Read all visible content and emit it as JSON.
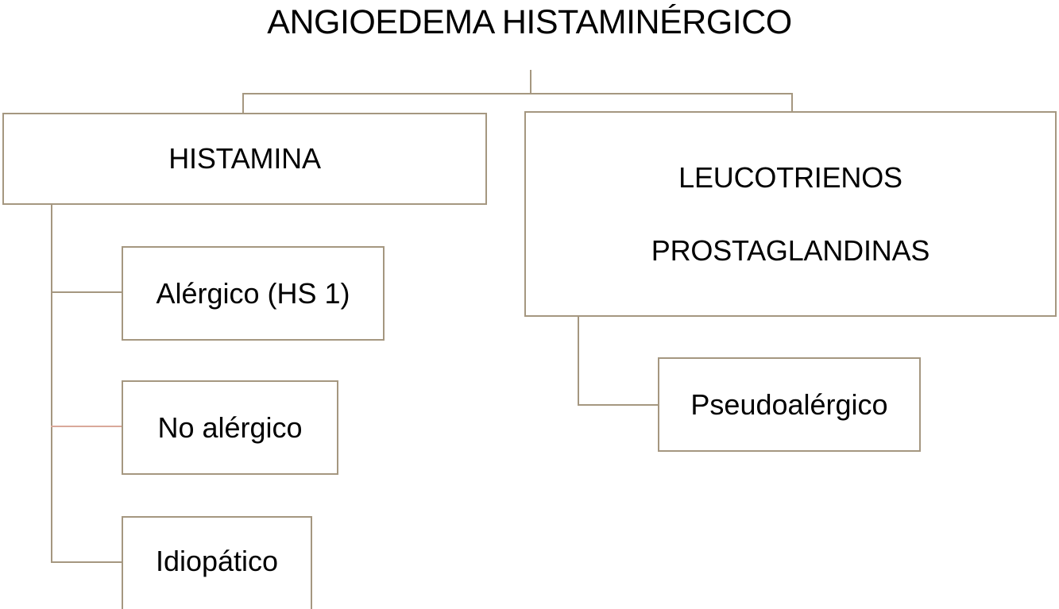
{
  "diagram": {
    "title": "ANGIOEDEMA HISTAMINÉRGICO",
    "type": "flowchart-tree",
    "colors": {
      "box_border": "#a59780",
      "connector": "#a59780",
      "connector_alt": "#d9a99a",
      "text": "#000000",
      "background": "#ffffff"
    },
    "nodes": {
      "root": {
        "label": "ANGIOEDEMA HISTAMINÉRGICO"
      },
      "histamina": {
        "label": "HISTAMINA"
      },
      "leucotrienos": {
        "label": "LEUCOTRIENOS\nPROSTAGLANDINAS"
      },
      "alergico": {
        "label": "Alérgico (HS 1)"
      },
      "no_alergico": {
        "label": "No alérgico"
      },
      "idiopatico": {
        "label": "Idiopático"
      },
      "pseudoalergico": {
        "label": "Pseudoalérgico"
      }
    },
    "edges": [
      {
        "from": "root",
        "to": "histamina"
      },
      {
        "from": "root",
        "to": "leucotrienos"
      },
      {
        "from": "histamina",
        "to": "alergico"
      },
      {
        "from": "histamina",
        "to": "no_alergico"
      },
      {
        "from": "histamina",
        "to": "idiopatico"
      },
      {
        "from": "leucotrienos",
        "to": "pseudoalergico"
      }
    ]
  }
}
